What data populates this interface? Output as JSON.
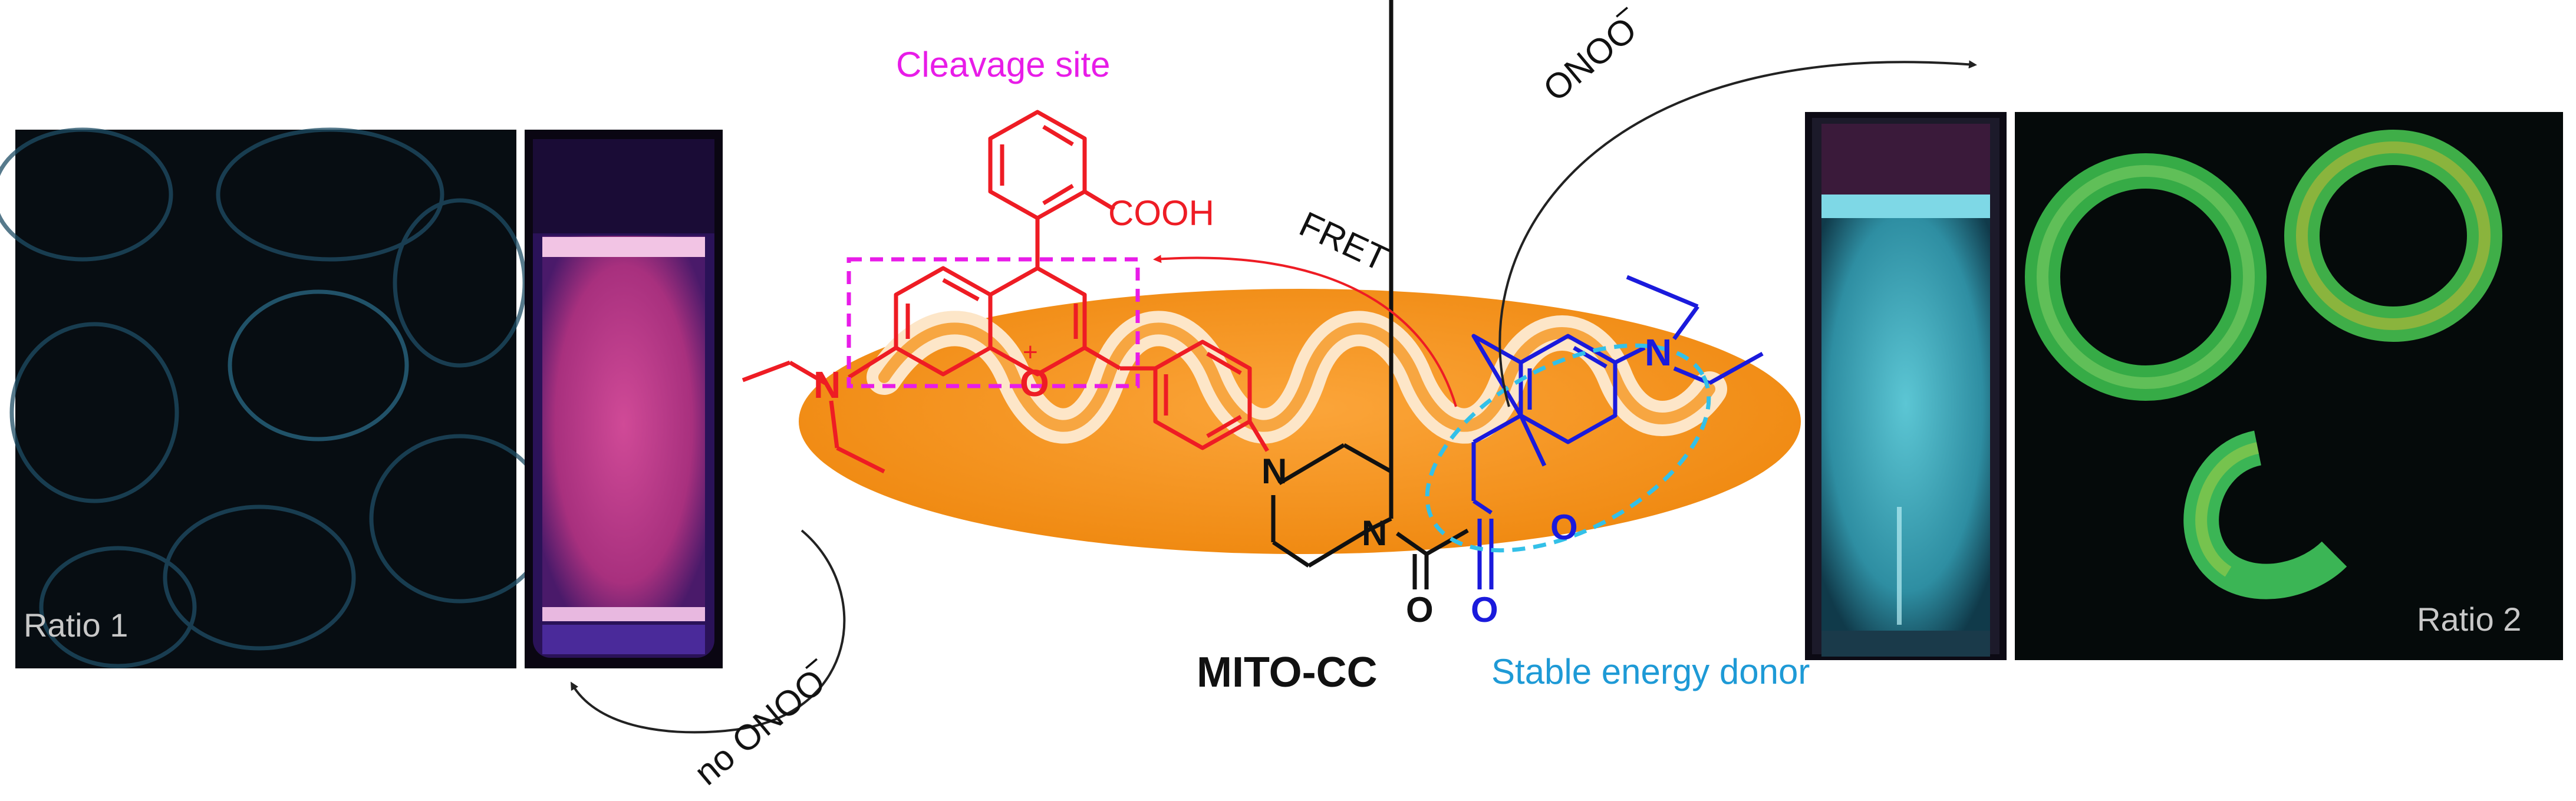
{
  "labels": {
    "cleavage_site": "Cleavage site",
    "fret": "FRET",
    "onoo_top": "ONOO",
    "no_onoo": "no ONOO",
    "minus": "−",
    "probe_name": "MITO-CC",
    "stable_donor": "Stable energy donor",
    "ratio1": "Ratio  1",
    "ratio2": "Ratio  2"
  },
  "chemistry": {
    "cooh": "COOH",
    "o_plus": "O",
    "plus": "+",
    "n": "N",
    "o": "O"
  },
  "colors": {
    "acceptor_red": "#ee1c24",
    "donor_blue": "#1a1adc",
    "cleavage_magenta": "#e81ce8",
    "donor_label_cyan": "#1e9ad6",
    "mito_orange": "#f7931e",
    "mito_cream": "#fde6c8",
    "vial_left_pink": "#d23a8e",
    "vial_right_cyan": "#3aa6b8",
    "cells_right_green": "#3fbf5a"
  }
}
